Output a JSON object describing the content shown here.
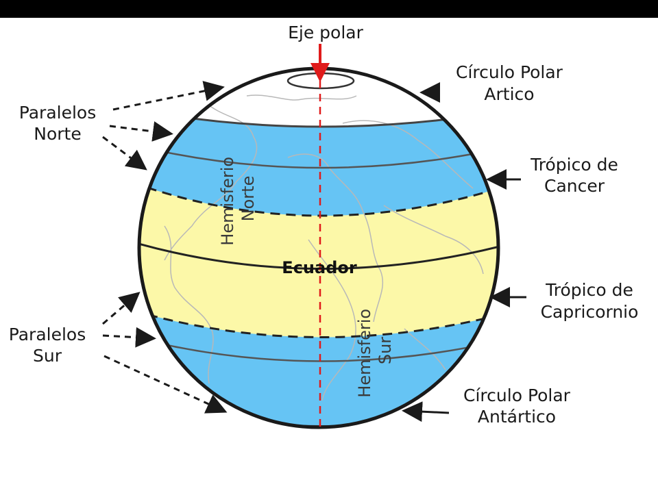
{
  "labels": {
    "axis": "Eje polar",
    "arctic_line1": "Círculo Polar",
    "arctic_line2": "Artico",
    "cancer_line1": "Trópico de",
    "cancer_line2": "Cancer",
    "capricorn_line1": "Trópico de",
    "capricorn_line2": "Capricornio",
    "antarctic_line1": "Círculo Polar",
    "antarctic_line2": "Antártico",
    "north_parallels_line1": "Paralelos",
    "north_parallels_line2": "Norte",
    "south_parallels_line1": "Paralelos",
    "south_parallels_line2": "Sur",
    "equator": "Ecuador",
    "north_hemisphere": "Hemisferio Norte",
    "south_hemisphere": "Hemisferio Sur"
  },
  "colors": {
    "tropics_band": "#fcf8a8",
    "temperate_band": "#66c4f4",
    "polar_cap": "#ffffff",
    "outline": "#1a1a1a",
    "axis": "#e01b1b",
    "continent_lines": "#b8b8b8"
  }
}
